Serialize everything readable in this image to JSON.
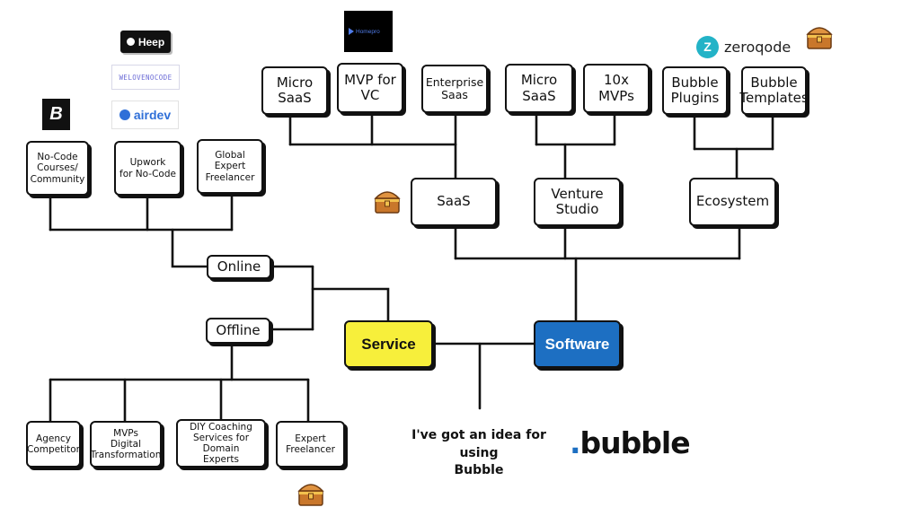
{
  "center": {
    "service": "Service",
    "software": "Software"
  },
  "idea": {
    "text": "I've got an idea for using\nBubble"
  },
  "bubble_logo": {
    "dot": ".",
    "word": "bubble"
  },
  "service_branch": {
    "online": "Online",
    "offline": "Offline",
    "online_items": [
      "No-Code\nCourses/\nCommunity",
      "Upwork\nfor No-Code",
      "Global\nExpert\nFreelancer"
    ],
    "offline_items": [
      "Agency\nCompetitor",
      "MVPs\nDigital\nTransformation",
      "DIY Coaching\nServices for Domain\nExperts",
      "Expert\nFreelancer"
    ]
  },
  "software_branch": {
    "saas": "SaaS",
    "venture": "Venture\nStudio",
    "ecosystem": "Ecosystem",
    "saas_items": [
      "Micro\nSaaS",
      "MVP for\nVC",
      "Enterprise\nSaas"
    ],
    "venture_items": [
      "Micro\nSaaS",
      "10x MVPs"
    ],
    "ecosystem_items": [
      "Bubble\nPlugins",
      "Bubble\nTemplates"
    ]
  },
  "logos": {
    "heep": "Heep",
    "welovenocode": "WELOVENOCODE",
    "airdev": "airdev",
    "homepro": "Homepro",
    "zeroqode": "zeroqode",
    "zeroqode_mark": "Z",
    "b_mark": "B"
  },
  "colors": {
    "service": "#f7ef3b",
    "software": "#1d6fc2",
    "line": "#111111",
    "chest": "#c9772b"
  },
  "icons": [
    "treasure-chest-icon",
    "heep-logo",
    "welovenocode-logo",
    "airdev-logo",
    "homepro-logo",
    "zeroqode-logo",
    "b-logo"
  ]
}
